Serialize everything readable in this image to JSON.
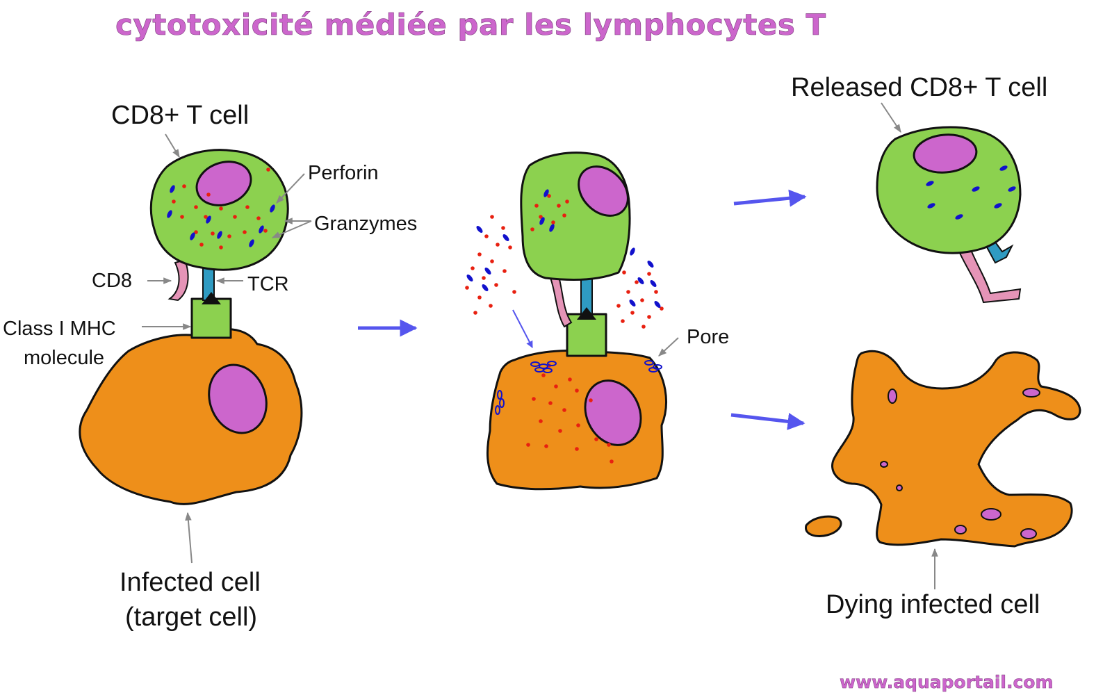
{
  "title": "cytotoxicité médiée par les lymphocytes T",
  "website": "www.aquaportail.com",
  "labels": {
    "cd8_t_cell": "CD8+ T cell",
    "perforin": "Perforin",
    "granzymes": "Granzymes",
    "cd8": "CD8",
    "tcr": "TCR",
    "mhc_line1": "Class I MHC",
    "mhc_line2": "molecule",
    "infected_line1": "Infected cell",
    "infected_line2": "(target cell)",
    "pore": "Pore",
    "released": "Released CD8+ T cell",
    "dying": "Dying infected cell"
  },
  "colors": {
    "title": "#cc66cc",
    "t_cell": "#8cd14f",
    "nucleus": "#cc66cc",
    "infected_cell": "#ee8f1a",
    "cd8_coreceptor": "#e594b7",
    "tcr": "#2f9bc2",
    "mhc": "#8cd14f",
    "perforin": "#1111cc",
    "granzymes": "#e82010",
    "arrow": "#5555ee",
    "pointer": "#888888"
  }
}
